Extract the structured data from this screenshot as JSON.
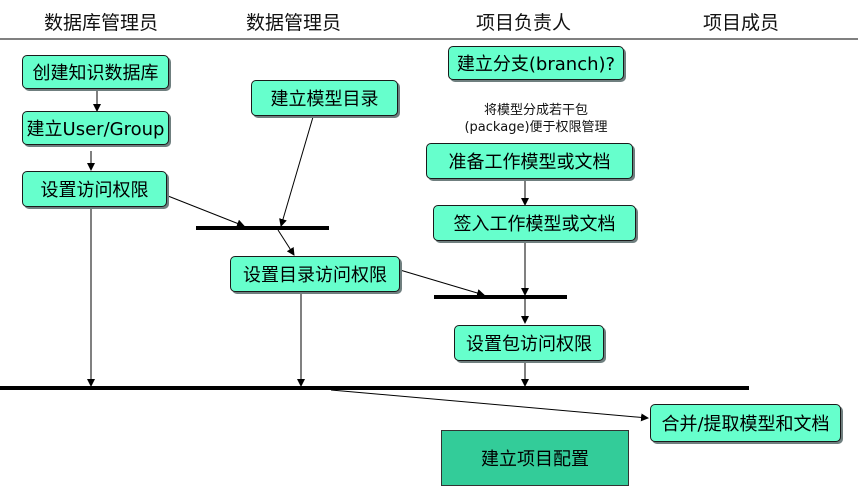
{
  "lanes": {
    "db_admin": "数据库管理员",
    "data_admin": "数据管理员",
    "project_lead": "项目负责人",
    "project_member": "项目成员"
  },
  "activities": {
    "create_kb": "创建知识数据库",
    "create_user_group": "建立User/Group",
    "set_access": "设置访问权限",
    "create_model_dir": "建立模型目录",
    "set_dir_access": "设置目录访问权限",
    "create_branch": "建立分支(branch)?",
    "prepare_model": "准备工作模型或文档",
    "checkin_model": "签入工作模型或文档",
    "set_package_access": "设置包访问权限",
    "merge_extract": "合并/提取模型和文档",
    "build_config": "建立项目配置"
  },
  "notes": {
    "split_packages_line1": "将模型分成若干包",
    "split_packages_line2": "(package)便于权限管理"
  }
}
